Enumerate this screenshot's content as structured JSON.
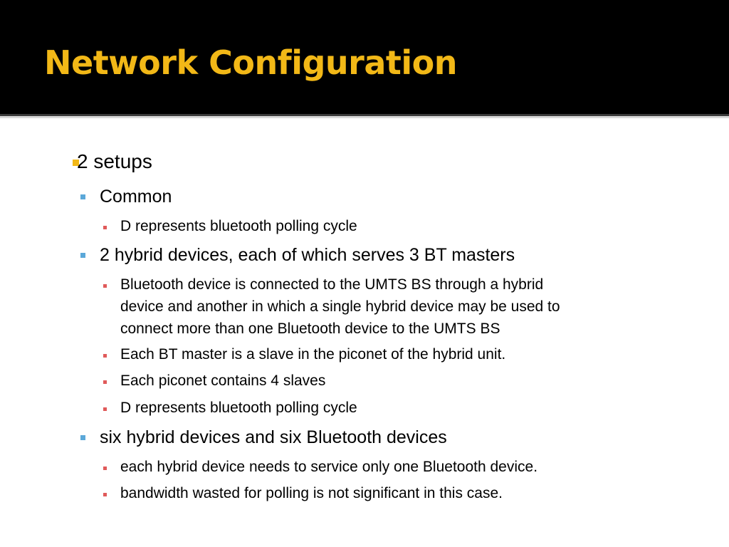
{
  "slide": {
    "title": "Network Configuration",
    "colors": {
      "title": "#F2B817",
      "header_bg": "#000000",
      "body_bg": "#FFFFFF",
      "bullet_level1": "#F2B817",
      "bullet_level2": "#5BA8D9",
      "bullet_level3": "#E05A5A"
    },
    "bullets": [
      {
        "level": 1,
        "text": "2 setups"
      },
      {
        "level": 2,
        "text": "Common"
      },
      {
        "level": 3,
        "text": "D represents bluetooth polling cycle"
      },
      {
        "level": 2,
        "text": "2 hybrid devices, each of which serves 3 BT masters"
      },
      {
        "level": 3,
        "lines": [
          "Bluetooth device is connected to the UMTS BS through a hybrid",
          "device and another in which a single hybrid device may be used to",
          "connect more than one Bluetooth device to the UMTS BS"
        ]
      },
      {
        "level": 3,
        "text": "Each BT master is a slave in the piconet of the hybrid unit."
      },
      {
        "level": 3,
        "text": "Each piconet contains 4 slaves"
      },
      {
        "level": 3,
        "text": "D represents bluetooth polling cycle"
      },
      {
        "level": 2,
        "text": "six hybrid devices and six Bluetooth devices"
      },
      {
        "level": 3,
        "text": "each hybrid device needs to service only one Bluetooth device."
      },
      {
        "level": 3,
        "text": "bandwidth wasted for polling is not significant in this case."
      }
    ]
  }
}
